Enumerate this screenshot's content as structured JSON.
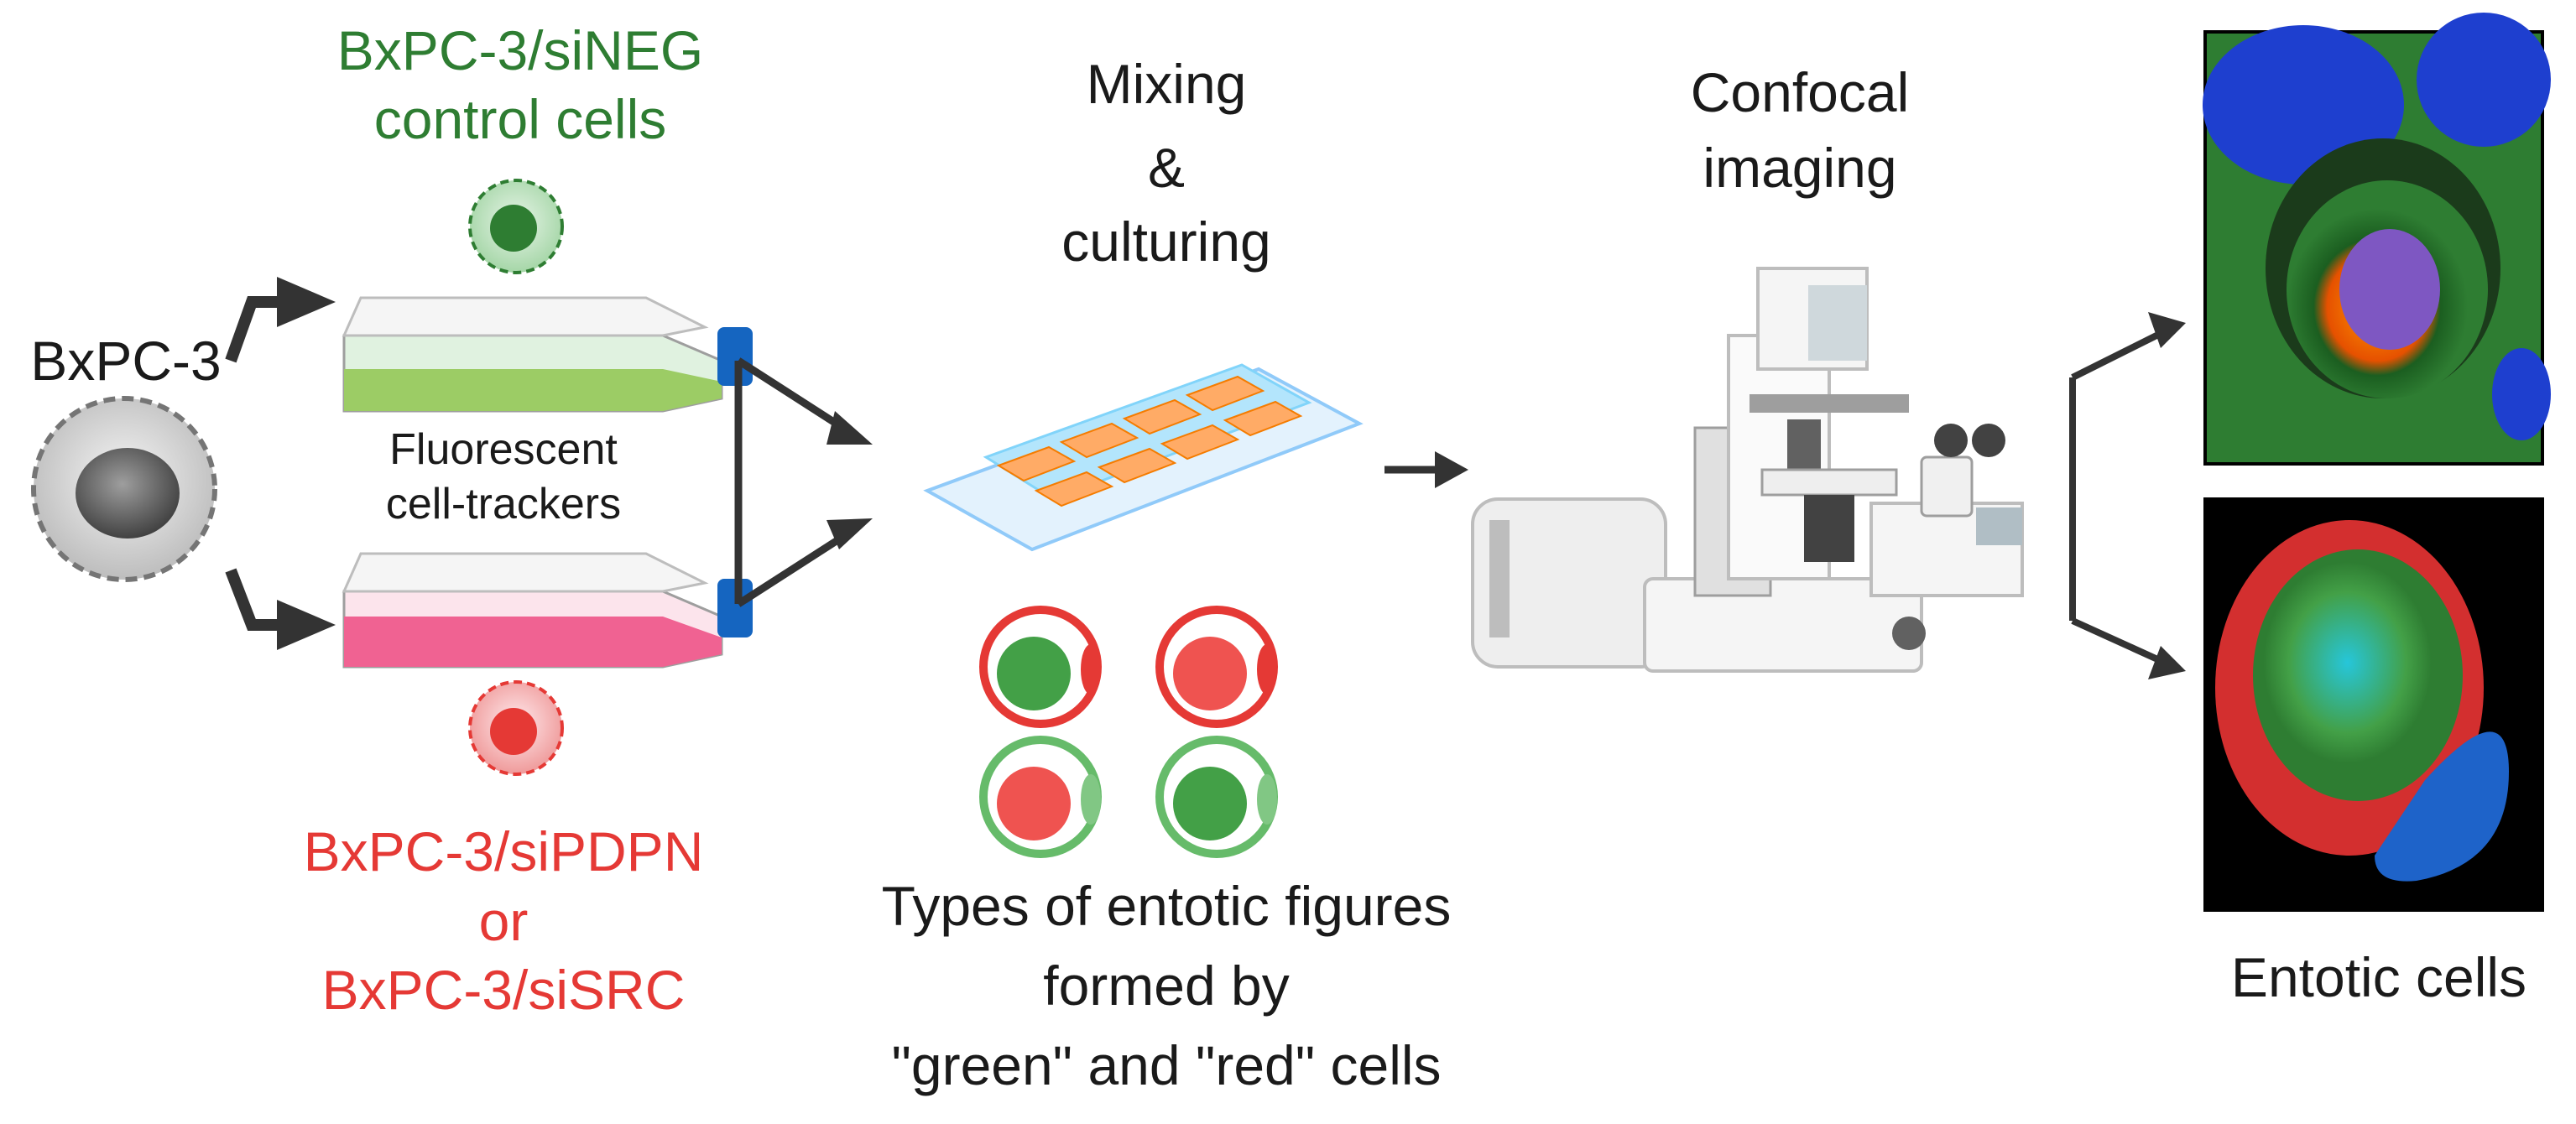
{
  "labels": {
    "source_line": "BxPC-3",
    "control_line_1": "BxPC-3/siNEG",
    "control_line_2": "control cells",
    "trackers_1": "Fluorescent",
    "trackers_2": "cell-trackers",
    "kd_line_1": "BxPC-3/siPDPN",
    "kd_or": "or",
    "kd_line_2": "BxPC-3/siSRC",
    "mixing_1": "Mixing",
    "mixing_2": "&",
    "mixing_3": "culturing",
    "types_1": "Types of entotic figures",
    "types_2": "formed by",
    "types_3": "\"green\" and \"red\" cells",
    "confocal_1": "Confocal",
    "confocal_2": "imaging",
    "entotic": "Entotic cells"
  },
  "colors": {
    "control_green": "#2e7d32",
    "knockdown_red": "#e53935",
    "arrow": "#333333"
  },
  "icons": [
    "cell-icon",
    "flask-icon",
    "chamber-slide-icon",
    "microscope-icon",
    "arrow-icon"
  ]
}
